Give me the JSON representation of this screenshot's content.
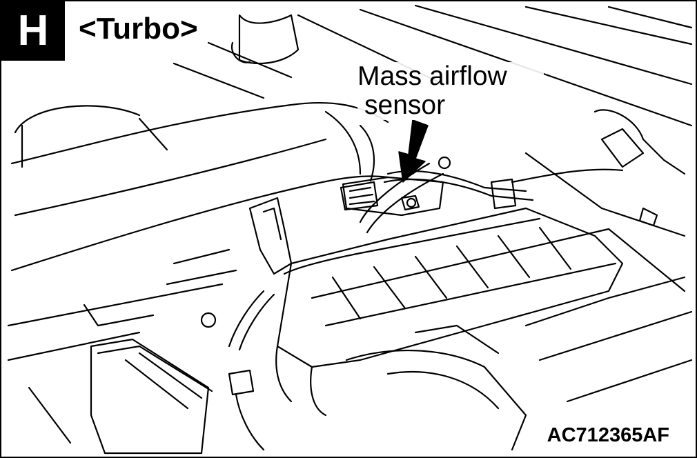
{
  "figure": {
    "section_letter": "H",
    "variant_label": "<Turbo>",
    "callout": {
      "line1": "Mass airflow",
      "line2": "sensor"
    },
    "figure_id": "AC712365AF"
  },
  "colors": {
    "ink": "#000000",
    "paper": "#ffffff"
  },
  "icons": {
    "callout_pointer": "arrow-down-icon"
  }
}
